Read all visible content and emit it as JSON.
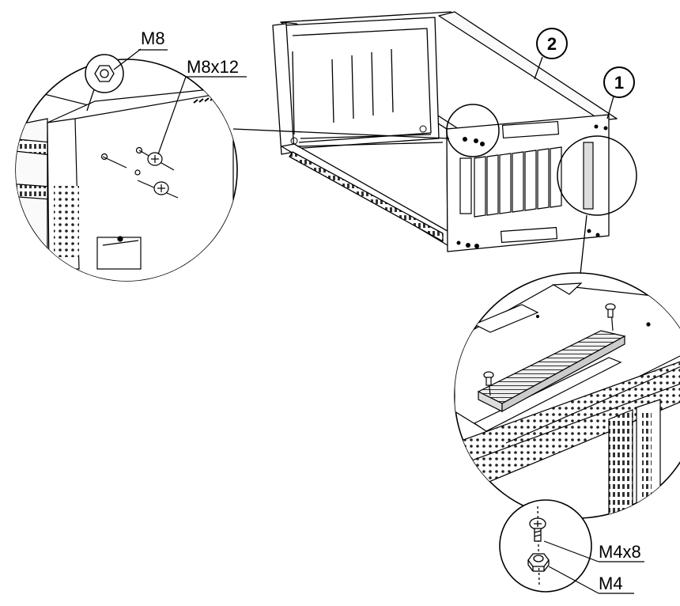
{
  "labels": {
    "m8": "M8",
    "m8x12": "M8x12",
    "m4x8": "M4x8",
    "m4": "M4"
  },
  "callouts": {
    "one": "1",
    "two": "2"
  },
  "colors": {
    "line": "#000000",
    "background": "#ffffff"
  }
}
